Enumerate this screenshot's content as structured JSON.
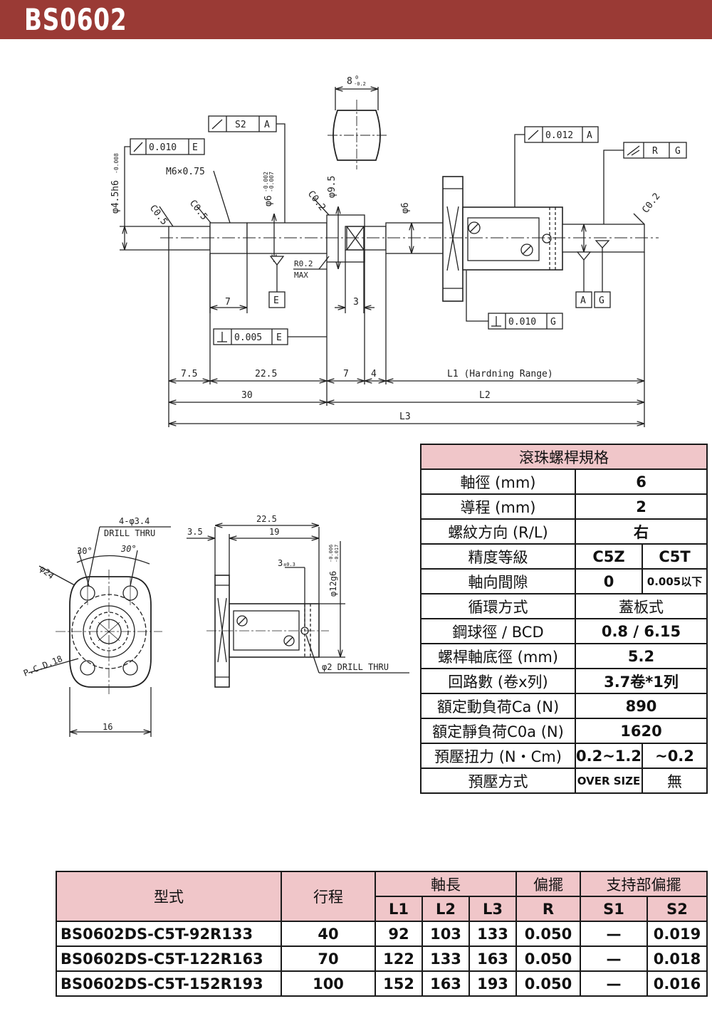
{
  "header": {
    "title": "BS0602"
  },
  "drawing": {
    "labels": {
      "flat_width": "8",
      "flat_tol": "0",
      "flat_tol2": "-0.2",
      "tol_flat_e": "0.010",
      "datum_e": "E",
      "runout_s2": "S2",
      "datum_a": "A",
      "thread": "M6×0.75",
      "d45": "φ4.5h6",
      "d45_tol": "-0.008",
      "d6tol": "φ6",
      "d6tol_a": "-0.002",
      "d6tol_b": "-0.007",
      "d95": "φ9.5",
      "d6": "φ6",
      "c05a": "C0.5",
      "c05b": "C0.5",
      "c02a": "C0.2",
      "c02b": "C0.2",
      "r02": "R0.2",
      "max": "MAX",
      "dim7": "7",
      "dim3": "3",
      "perp_e": "0.005",
      "tol_0012": "0.012",
      "tol_r": "R",
      "tol_g": "G",
      "datum_g": "G",
      "perp_g": "0.010",
      "dim75": "7.5",
      "dim225": "22.5",
      "dim7b": "7",
      "dim4": "4",
      "l1": "L1 (Hardning Range)",
      "dim30": "30",
      "l2": "L2",
      "l3": "L3",
      "holes": "4-φ3.4",
      "drill_thru": "DRILL THRU",
      "ang30a": "30°",
      "ang30b": "30°",
      "d24": "φ24",
      "pcd": "P.C.D.18",
      "dim16": "16",
      "side225": "22.5",
      "side19": "19",
      "side35": "3.5",
      "side3": "3",
      "side3tol": "±0.3",
      "d12": "φ12g6",
      "d12tol_a": "-0.006",
      "d12tol_b": "-0.017",
      "d2drill": "φ2 DRILL THRU"
    }
  },
  "spec_table": {
    "title": "滾珠螺桿規格",
    "rows": [
      {
        "label": "軸徑 (mm)",
        "value": "6"
      },
      {
        "label": "導程 (mm)",
        "value": "2"
      },
      {
        "label": "螺紋方向 (R/L)",
        "value": "右"
      },
      {
        "label": "精度等級",
        "value_a": "C5Z",
        "value_b": "C5T"
      },
      {
        "label": "軸向間隙",
        "value_a": "0",
        "value_b": "0.005以下"
      },
      {
        "label": "循環方式",
        "value": "蓋板式"
      },
      {
        "label": "鋼球徑 / BCD",
        "value": "0.8 / 6.15"
      },
      {
        "label": "螺桿軸底徑 (mm)",
        "value": "5.2"
      },
      {
        "label": "回路數 (卷x列)",
        "value": "3.7卷*1列"
      },
      {
        "label": "額定動負荷Ca (N)",
        "value": "890"
      },
      {
        "label": "額定靜負荷C0a (N)",
        "value": "1620"
      },
      {
        "label": "預壓扭力 (N・Cm)",
        "value_a": "0.2~1.2",
        "value_b": "~0.2"
      },
      {
        "label": "預壓方式",
        "value_a": "OVER SIZE",
        "value_b": "無"
      }
    ]
  },
  "model_table": {
    "headers": {
      "model": "型式",
      "stroke": "行程",
      "shaft_length": "軸長",
      "deflection": "偏擺",
      "support_deflection": "支持部偏擺",
      "l1": "L1",
      "l2": "L2",
      "l3": "L3",
      "r": "R",
      "s1": "S1",
      "s2": "S2"
    },
    "rows": [
      {
        "model": "BS0602DS-C5T-92R133",
        "stroke": "40",
        "l1": "92",
        "l2": "103",
        "l3": "133",
        "r": "0.050",
        "s1": "—",
        "s2": "0.019"
      },
      {
        "model": "BS0602DS-C5T-122R163",
        "stroke": "70",
        "l1": "122",
        "l2": "133",
        "l3": "163",
        "r": "0.050",
        "s1": "—",
        "s2": "0.018"
      },
      {
        "model": "BS0602DS-C5T-152R193",
        "stroke": "100",
        "l1": "152",
        "l2": "163",
        "l3": "193",
        "r": "0.050",
        "s1": "—",
        "s2": "0.016"
      }
    ]
  }
}
